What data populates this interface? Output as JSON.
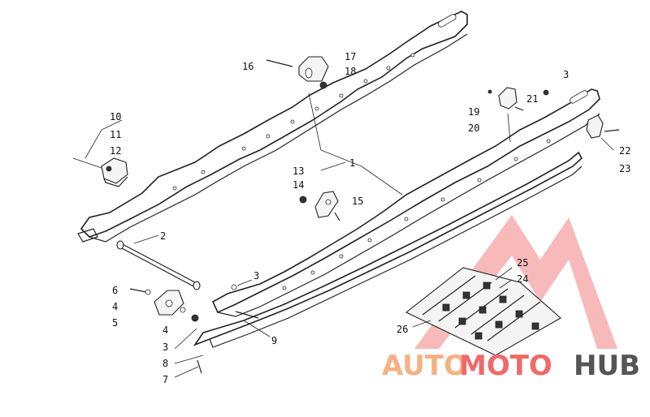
{
  "diagram": {
    "callouts": [
      "1",
      "2",
      "3",
      "3",
      "3",
      "4",
      "4",
      "5",
      "6",
      "7",
      "8",
      "9",
      "10",
      "11",
      "12",
      "13",
      "14",
      "15",
      "16",
      "17",
      "18",
      "19",
      "20",
      "21",
      "22",
      "23",
      "24",
      "25",
      "26"
    ]
  },
  "labels": {
    "l1": "1",
    "l2": "2",
    "l3a": "3",
    "l3b": "3",
    "l3c": "3",
    "l4a": "4",
    "l4b": "4",
    "l5": "5",
    "l6": "6",
    "l7": "7",
    "l8": "8",
    "l9": "9",
    "l10": "10",
    "l11": "11",
    "l12": "12",
    "l13": "13",
    "l14": "14",
    "l15": "15",
    "l16": "16",
    "l17": "17",
    "l18": "18",
    "l19": "19",
    "l20": "20",
    "l21": "21",
    "l22": "22",
    "l23": "23",
    "l24": "24",
    "l25": "25",
    "l26": "26"
  },
  "watermark": {
    "part1": "AUTO",
    "part2": "MOTO",
    "part3": "HUB",
    "color_orange": "#f5b183",
    "color_red": "#ef6a6a",
    "color_gray": "#555555"
  }
}
